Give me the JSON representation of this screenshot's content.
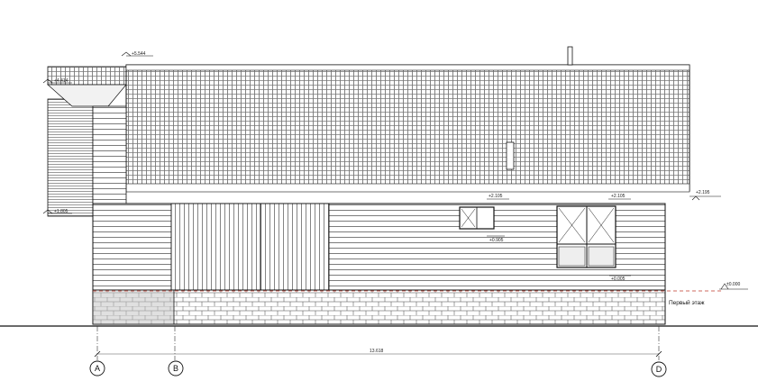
{
  "levels": {
    "ridge": "+5.544",
    "eave_left": "+4.414",
    "eave_right": "+2.195",
    "annex_low": "+1.805",
    "window_small_top": "+2.105",
    "window_small_bottom": "+0.905",
    "window_large_top": "+2.105",
    "window_large_bottom": "+0.005",
    "zero": "±0.000"
  },
  "floor_label": "Первый этаж",
  "dimension": "13.618",
  "axes": [
    "A",
    "B",
    "D"
  ],
  "colors": {
    "line": "#111111",
    "dashed_level": "#c0392b",
    "dim": "#555555"
  }
}
